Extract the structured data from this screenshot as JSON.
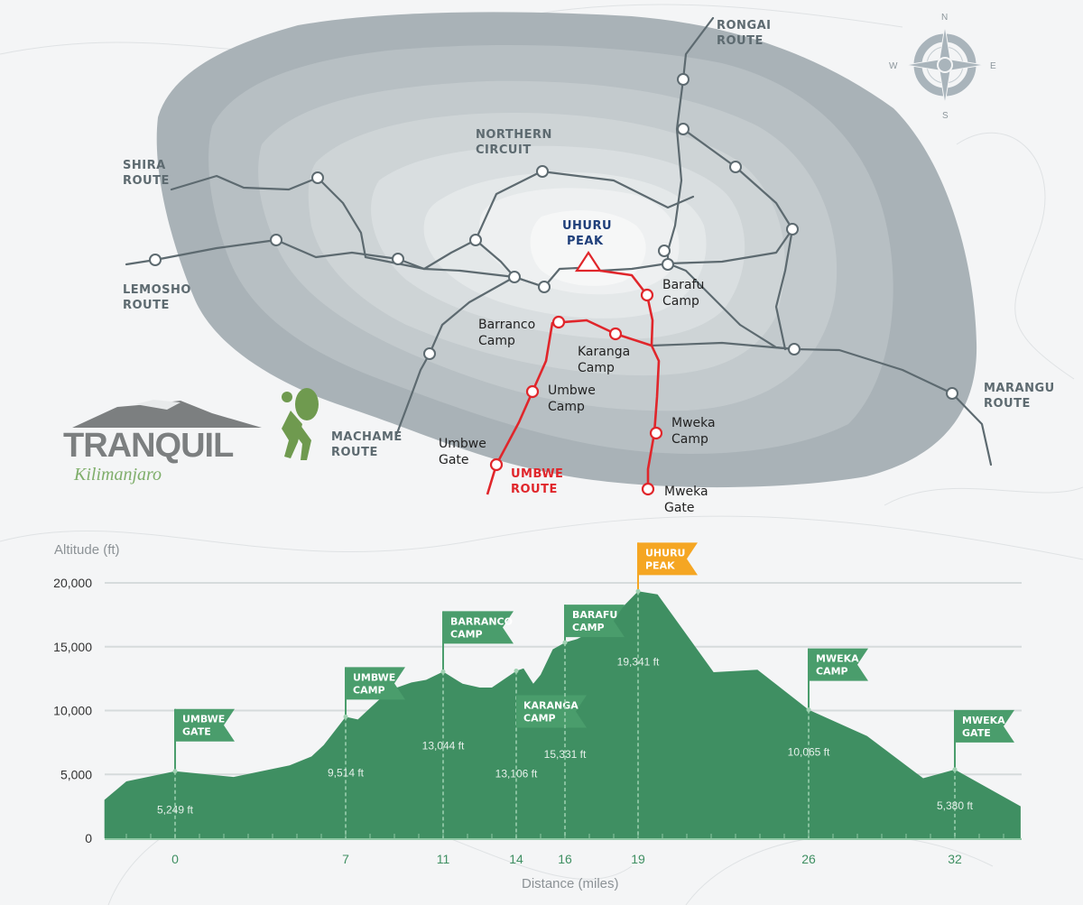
{
  "colors": {
    "background": "#f4f5f6",
    "mountain_outer": "#a9b2b7",
    "route_gray": "#5d6a70",
    "route_red": "#e0262b",
    "profile_green": "#3f8f62",
    "flag_green": "#4a9d6c",
    "peak_flag": "#f5a623",
    "peak_label": "#1f3f7a"
  },
  "map": {
    "route_labels": {
      "rongai": [
        "RONGAI",
        "ROUTE"
      ],
      "northern": [
        "NORTHERN",
        "CIRCUIT"
      ],
      "shira": [
        "SHIRA",
        "ROUTE"
      ],
      "lemosho": [
        "LEMOSHO",
        "ROUTE"
      ],
      "machame": [
        "MACHAME",
        "ROUTE"
      ],
      "marangu": [
        "MARANGU",
        "ROUTE"
      ],
      "umbwe": [
        "UMBWE",
        "ROUTE"
      ]
    },
    "peak_label": [
      "UHURU",
      "PEAK"
    ],
    "camps": {
      "barafu": [
        "Barafu",
        "Camp"
      ],
      "barranco": [
        "Barranco",
        "Camp"
      ],
      "karanga": [
        "Karanga",
        "Camp"
      ],
      "umbwe_camp": [
        "Umbwe",
        "Camp"
      ],
      "umbwe_gate": [
        "Umbwe",
        "Gate"
      ],
      "mweka_camp": [
        "Mweka",
        "Camp"
      ],
      "mweka_gate": [
        "Mweka",
        "Gate"
      ]
    },
    "compass": {
      "n": "N",
      "s": "S",
      "e": "E",
      "w": "W",
      "icon": "compass-rose-icon"
    },
    "logo": {
      "text": "TRANQUIL",
      "script": "Kilimanjaro",
      "icon": "hiker-mountain-logo"
    }
  },
  "chart_data": {
    "type": "area",
    "xlabel": "Distance (miles)",
    "ylabel": "Altitude (ft)",
    "xlim": [
      -2.9,
      34.7
    ],
    "ylim": [
      0,
      20000
    ],
    "yticks": [
      "0",
      "5,000",
      "10,000",
      "15,000",
      "20,000"
    ],
    "ytick_values": [
      0,
      5000,
      10000,
      15000,
      20000
    ],
    "xticks": [
      "0",
      "7",
      "11",
      "14",
      "16",
      "19",
      "26",
      "32"
    ],
    "xtick_values": [
      0,
      7,
      11,
      14,
      16,
      19,
      26,
      32
    ],
    "grid": true,
    "profile": [
      [
        -2.9,
        3000
      ],
      [
        -2.0,
        4450
      ],
      [
        0,
        5249
      ],
      [
        2.4,
        4800
      ],
      [
        4.7,
        5700
      ],
      [
        5.6,
        6400
      ],
      [
        6.1,
        7300
      ],
      [
        7,
        9514
      ],
      [
        7.5,
        9300
      ],
      [
        8.0,
        10200
      ],
      [
        8.8,
        11600
      ],
      [
        9.7,
        12200
      ],
      [
        10.3,
        12400
      ],
      [
        11,
        13044
      ],
      [
        11.8,
        12100
      ],
      [
        12.5,
        11800
      ],
      [
        13.0,
        11800
      ],
      [
        14,
        13106
      ],
      [
        14.3,
        13300
      ],
      [
        14.7,
        12100
      ],
      [
        15.0,
        12800
      ],
      [
        15.5,
        14800
      ],
      [
        16,
        15331
      ],
      [
        16.5,
        15600
      ],
      [
        16.9,
        16000
      ],
      [
        17.3,
        16900
      ],
      [
        17.9,
        17200
      ],
      [
        19,
        19341
      ],
      [
        19.8,
        19100
      ],
      [
        22.1,
        13000
      ],
      [
        23.9,
        13200
      ],
      [
        26,
        10065
      ],
      [
        28.4,
        8000
      ],
      [
        30.7,
        4700
      ],
      [
        32,
        5380
      ],
      [
        34.7,
        2500
      ]
    ],
    "stops": [
      {
        "name": [
          "UMBWE",
          "GATE"
        ],
        "x": 0,
        "elevation": 5249,
        "label": "5,249 ft"
      },
      {
        "name": [
          "UMBWE",
          "CAMP"
        ],
        "x": 7,
        "elevation": 9514,
        "label": "9,514 ft"
      },
      {
        "name": [
          "BARRANCO",
          "CAMP"
        ],
        "x": 11,
        "elevation": 13044,
        "label": "13,044 ft"
      },
      {
        "name": [
          "KARANGA",
          "CAMP"
        ],
        "x": 14,
        "elevation": 13106,
        "label": "13,106 ft"
      },
      {
        "name": [
          "BARAFU",
          "CAMP"
        ],
        "x": 16,
        "elevation": 15331,
        "label": "15,331 ft"
      },
      {
        "name": [
          "UHURU",
          "PEAK"
        ],
        "x": 19,
        "elevation": 19341,
        "label": "19,341 ft",
        "summit": true
      },
      {
        "name": [
          "MWEKA",
          "CAMP"
        ],
        "x": 26,
        "elevation": 10065,
        "label": "10,065 ft"
      },
      {
        "name": [
          "MWEKA",
          "GATE"
        ],
        "x": 32,
        "elevation": 5380,
        "label": "5,380 ft"
      }
    ]
  }
}
